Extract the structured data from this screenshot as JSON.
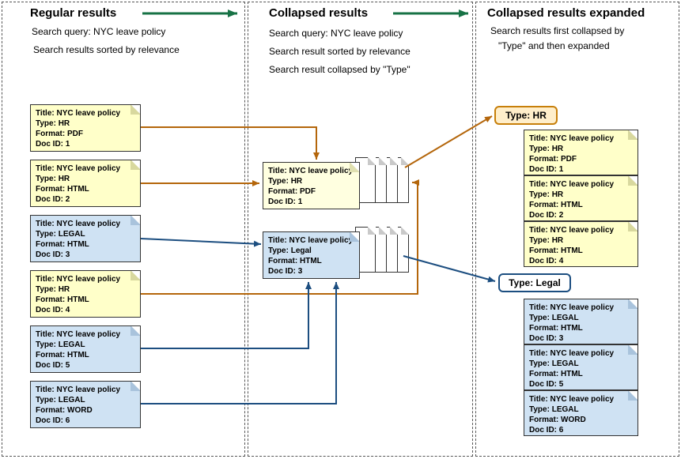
{
  "colors": {
    "flow_arrow_green": "#177245",
    "hr_arrow_brown": "#b4660b",
    "legal_arrow_blue": "#1c4e80",
    "hr_card_fill": "#ffffc9",
    "legal_card_fill": "#cfe2f3",
    "hr_badge_fill": "#ffeeca"
  },
  "columns": {
    "regular": {
      "title": "Regular results",
      "notes": [
        "Search query: NYC leave policy",
        "Search results sorted by relevance"
      ]
    },
    "collapsed": {
      "title": "Collapsed results",
      "notes": [
        "Search query: NYC leave policy",
        "Search result sorted by relevance",
        "Search result collapsed by \"Type\""
      ]
    },
    "expanded": {
      "title": "Collapsed results expanded",
      "notes": [
        "Search results first collapsed by",
        "\"Type\" and then expanded"
      ]
    }
  },
  "regular_cards": [
    {
      "lines": [
        "Title: NYC leave policy",
        "Type: HR",
        "Format: PDF",
        "Doc ID: 1"
      ]
    },
    {
      "lines": [
        "Title: NYC leave policy",
        "Type: HR",
        "Format: HTML",
        "Doc ID: 2"
      ]
    },
    {
      "lines": [
        "Title: NYC leave policy",
        "Type: LEGAL",
        "Format: HTML",
        "Doc ID: 3"
      ]
    },
    {
      "lines": [
        "Title: NYC leave policy",
        "Type: HR",
        "Format: HTML",
        "Doc ID: 4"
      ]
    },
    {
      "lines": [
        "Title: NYC leave policy",
        "Type: LEGAL",
        "Format: HTML",
        "Doc ID: 5"
      ]
    },
    {
      "lines": [
        "Title: NYC leave policy",
        "Type: LEGAL",
        "Format: WORD",
        "Doc ID: 6"
      ]
    }
  ],
  "collapsed_stacks": [
    {
      "lines": [
        "Title: NYC leave policy",
        "Type: HR",
        "Format: PDF",
        "Doc ID: 1"
      ]
    },
    {
      "lines": [
        "Title: NYC leave policy",
        "Type: Legal",
        "Format: HTML",
        "Doc ID: 3"
      ]
    }
  ],
  "expanded_groups": [
    {
      "badge": "Type: HR",
      "cards": [
        {
          "lines": [
            "Title: NYC leave policy",
            "Type: HR",
            "Format: PDF",
            "Doc ID: 1"
          ]
        },
        {
          "lines": [
            "Title: NYC leave policy",
            "Type: HR",
            "Format: HTML",
            "Doc ID: 2"
          ]
        },
        {
          "lines": [
            "Title: NYC leave policy",
            "Type: HR",
            "Format: HTML",
            "Doc ID: 4"
          ]
        }
      ]
    },
    {
      "badge": "Type: Legal",
      "cards": [
        {
          "lines": [
            "Title: NYC leave policy",
            "Type: LEGAL",
            "Format: HTML",
            "Doc ID: 3"
          ]
        },
        {
          "lines": [
            "Title: NYC leave policy",
            "Type: LEGAL",
            "Format: HTML",
            "Doc ID: 5"
          ]
        },
        {
          "lines": [
            "Title: NYC leave policy",
            "Type: LEGAL",
            "Format: WORD",
            "Doc ID: 6"
          ]
        }
      ]
    }
  ]
}
